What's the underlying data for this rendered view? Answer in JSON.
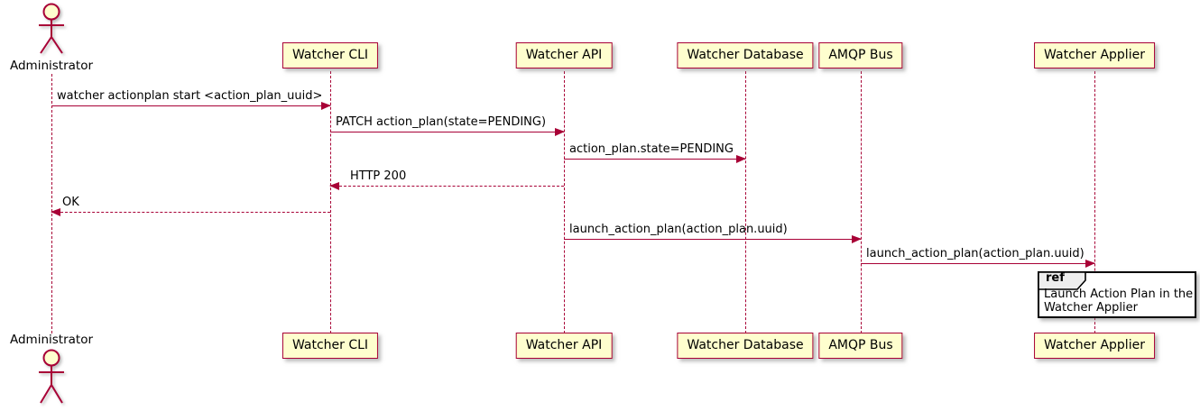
{
  "colors": {
    "accent": "#A80036",
    "participant_fill": "#FEFECE",
    "ref_header_fill": "#EEEEEE",
    "text": "#000000",
    "background": "#FFFFFF"
  },
  "actor": {
    "label": "Administrator"
  },
  "participants": [
    {
      "label": "Watcher CLI"
    },
    {
      "label": "Watcher API"
    },
    {
      "label": "Watcher Database"
    },
    {
      "label": "AMQP Bus"
    },
    {
      "label": "Watcher Applier"
    }
  ],
  "messages": [
    {
      "from": "Administrator",
      "to": "Watcher CLI",
      "text": "watcher actionplan start <action_plan_uuid>",
      "line": "solid",
      "direction": "right"
    },
    {
      "from": "Watcher CLI",
      "to": "Watcher API",
      "text": "PATCH action_plan(state=PENDING)",
      "line": "solid",
      "direction": "right"
    },
    {
      "from": "Watcher API",
      "to": "Watcher Database",
      "text": "action_plan.state=PENDING",
      "line": "solid",
      "direction": "right"
    },
    {
      "from": "Watcher API",
      "to": "Watcher CLI",
      "text": "HTTP 200",
      "line": "dashed",
      "direction": "left"
    },
    {
      "from": "Watcher CLI",
      "to": "Administrator",
      "text": "OK",
      "line": "dashed",
      "direction": "left"
    },
    {
      "from": "Watcher API",
      "to": "AMQP Bus",
      "text": "launch_action_plan(action_plan.uuid)",
      "line": "solid",
      "direction": "right"
    },
    {
      "from": "AMQP Bus",
      "to": "Watcher Applier",
      "text": "launch_action_plan(action_plan.uuid)",
      "line": "solid",
      "direction": "right"
    }
  ],
  "ref": {
    "keyword": "ref",
    "lines": [
      "Launch Action Plan in the",
      "Watcher Applier"
    ]
  }
}
